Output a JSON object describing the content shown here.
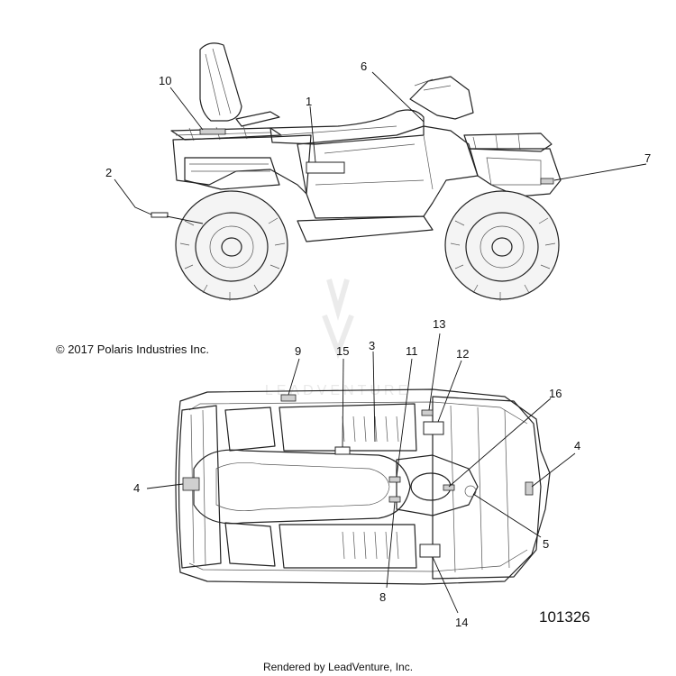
{
  "copyright": "© 2017 Polaris Industries Inc.",
  "part_number": "101326",
  "footer": "Rendered by LeadVenture, Inc.",
  "watermark": "LEADVENTURE",
  "callouts": {
    "c1": "1",
    "c2": "2",
    "c3": "3",
    "c4a": "4",
    "c4b": "4",
    "c5": "5",
    "c6": "6",
    "c7": "7",
    "c8": "8",
    "c9": "9",
    "c10": "10",
    "c11": "11",
    "c12": "12",
    "c13": "13",
    "c14": "14",
    "c15": "15",
    "c16": "16"
  }
}
